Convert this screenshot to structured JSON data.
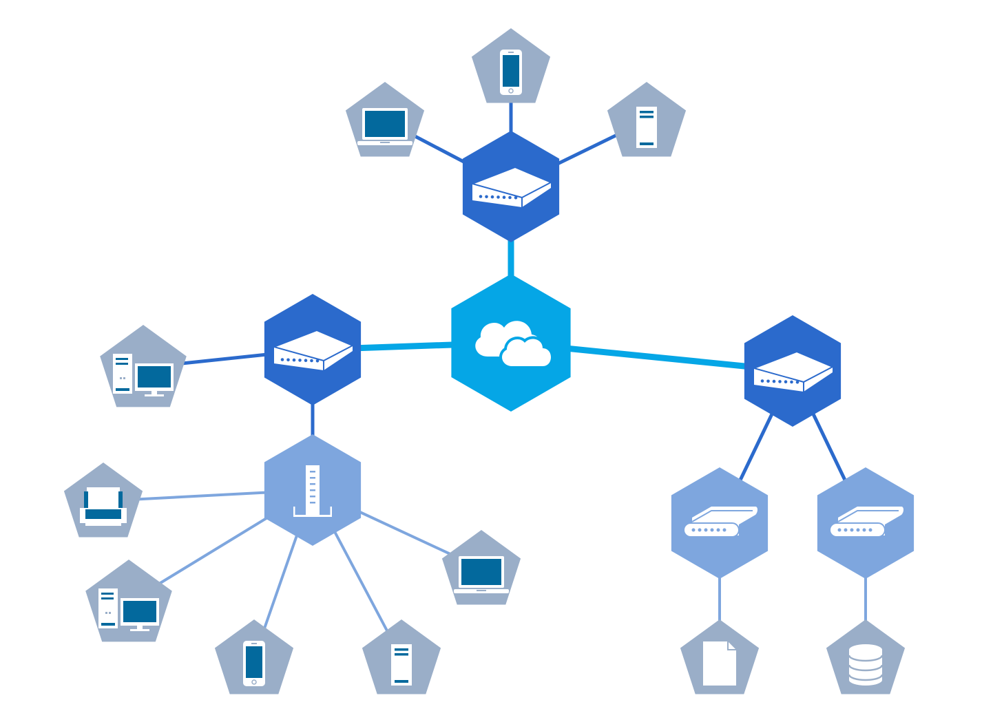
{
  "colors": {
    "background": "#ffffff",
    "cloud_fill": "#05a6e6",
    "switch_fill": "#2b6acc",
    "secondary_fill": "#7ea6de",
    "device_fill": "#9aaec8",
    "icon_dark": "#03699d",
    "icon_light": "#ffffff",
    "link_cloud": "#05a6e6",
    "link_switch": "#2b6acc",
    "link_secondary": "#7ea6de"
  },
  "nodes": [
    {
      "id": "cloud",
      "name": "cloud-hub-node",
      "shape": "hexagon",
      "fill": "cloud_fill",
      "icon": "cloud-icon"
    },
    {
      "id": "sw_top",
      "name": "switch-top-node",
      "shape": "hexagon",
      "fill": "switch_fill",
      "icon": "switch-icon"
    },
    {
      "id": "sw_left",
      "name": "switch-left-node",
      "shape": "hexagon",
      "fill": "switch_fill",
      "icon": "switch-icon"
    },
    {
      "id": "sw_right",
      "name": "switch-right-node",
      "shape": "hexagon",
      "fill": "switch_fill",
      "icon": "switch-icon"
    },
    {
      "id": "rack",
      "name": "server-rack-node",
      "shape": "hexagon",
      "fill": "secondary_fill",
      "icon": "server-rack-icon"
    },
    {
      "id": "nas1",
      "name": "storage-drive-node-1",
      "shape": "hexagon",
      "fill": "secondary_fill",
      "icon": "hard-drive-icon"
    },
    {
      "id": "nas2",
      "name": "storage-drive-node-2",
      "shape": "hexagon",
      "fill": "secondary_fill",
      "icon": "hard-drive-icon"
    },
    {
      "id": "top_laptop",
      "name": "laptop-node-top",
      "shape": "pentagon",
      "fill": "device_fill",
      "icon": "laptop-icon"
    },
    {
      "id": "top_phone",
      "name": "phone-node-top",
      "shape": "pentagon",
      "fill": "device_fill",
      "icon": "phone-icon"
    },
    {
      "id": "top_tower",
      "name": "tower-node-top",
      "shape": "pentagon",
      "fill": "device_fill",
      "icon": "tower-computer-icon"
    },
    {
      "id": "left_pc",
      "name": "desktop-node-left",
      "shape": "pentagon",
      "fill": "device_fill",
      "icon": "desktop-computer-icon"
    },
    {
      "id": "printer",
      "name": "printer-node",
      "shape": "pentagon",
      "fill": "device_fill",
      "icon": "printer-icon"
    },
    {
      "id": "pc2",
      "name": "desktop-node-bottom",
      "shape": "pentagon",
      "fill": "device_fill",
      "icon": "desktop-computer-icon"
    },
    {
      "id": "phone2",
      "name": "phone-node-bottom",
      "shape": "pentagon",
      "fill": "device_fill",
      "icon": "phone-icon"
    },
    {
      "id": "tower2",
      "name": "tower-node-bottom",
      "shape": "pentagon",
      "fill": "device_fill",
      "icon": "tower-computer-icon"
    },
    {
      "id": "laptop2",
      "name": "laptop-node-bottom",
      "shape": "pentagon",
      "fill": "device_fill",
      "icon": "laptop-icon"
    },
    {
      "id": "doc",
      "name": "document-node",
      "shape": "pentagon",
      "fill": "device_fill",
      "icon": "document-icon"
    },
    {
      "id": "db",
      "name": "database-node",
      "shape": "pentagon",
      "fill": "device_fill",
      "icon": "database-icon"
    }
  ],
  "links": [
    {
      "from": "cloud",
      "to": "sw_top",
      "tier": "link_cloud"
    },
    {
      "from": "cloud",
      "to": "sw_left",
      "tier": "link_cloud"
    },
    {
      "from": "cloud",
      "to": "sw_right",
      "tier": "link_cloud"
    },
    {
      "from": "sw_top",
      "to": "top_laptop",
      "tier": "link_switch"
    },
    {
      "from": "sw_top",
      "to": "top_phone",
      "tier": "link_switch"
    },
    {
      "from": "sw_top",
      "to": "top_tower",
      "tier": "link_switch"
    },
    {
      "from": "sw_left",
      "to": "left_pc",
      "tier": "link_switch"
    },
    {
      "from": "sw_left",
      "to": "rack",
      "tier": "link_switch"
    },
    {
      "from": "sw_right",
      "to": "nas1",
      "tier": "link_switch"
    },
    {
      "from": "sw_right",
      "to": "nas2",
      "tier": "link_switch"
    },
    {
      "from": "rack",
      "to": "printer",
      "tier": "link_secondary"
    },
    {
      "from": "rack",
      "to": "pc2",
      "tier": "link_secondary"
    },
    {
      "from": "rack",
      "to": "phone2",
      "tier": "link_secondary"
    },
    {
      "from": "rack",
      "to": "tower2",
      "tier": "link_secondary"
    },
    {
      "from": "rack",
      "to": "laptop2",
      "tier": "link_secondary"
    },
    {
      "from": "nas1",
      "to": "doc",
      "tier": "link_secondary"
    },
    {
      "from": "nas2",
      "to": "db",
      "tier": "link_secondary"
    }
  ]
}
